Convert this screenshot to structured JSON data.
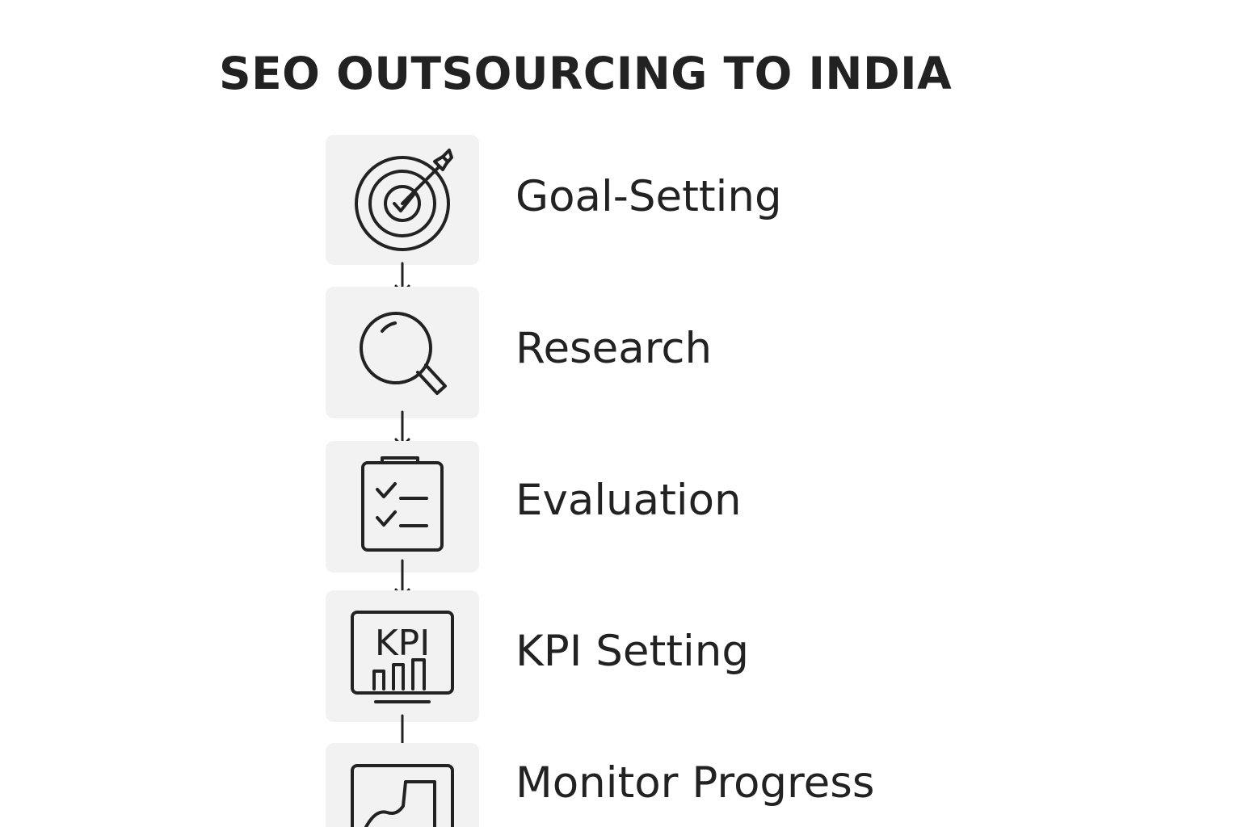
{
  "title": "SEO OUTSOURCING TO INDIA",
  "steps": [
    {
      "label": "Goal-Setting",
      "icon": "target-icon"
    },
    {
      "label": "Research",
      "icon": "magnifier-icon"
    },
    {
      "label": "Evaluation",
      "icon": "checklist-icon"
    },
    {
      "label": "KPI Setting",
      "icon": "kpi-monitor-icon",
      "icon_text": "KPI"
    },
    {
      "label": "Monitor Progress",
      "icon": "chart-monitor-icon"
    }
  ],
  "colors": {
    "text": "#222222",
    "tile": "#f2f2f2",
    "background": "#ffffff",
    "stroke": "#222222"
  }
}
